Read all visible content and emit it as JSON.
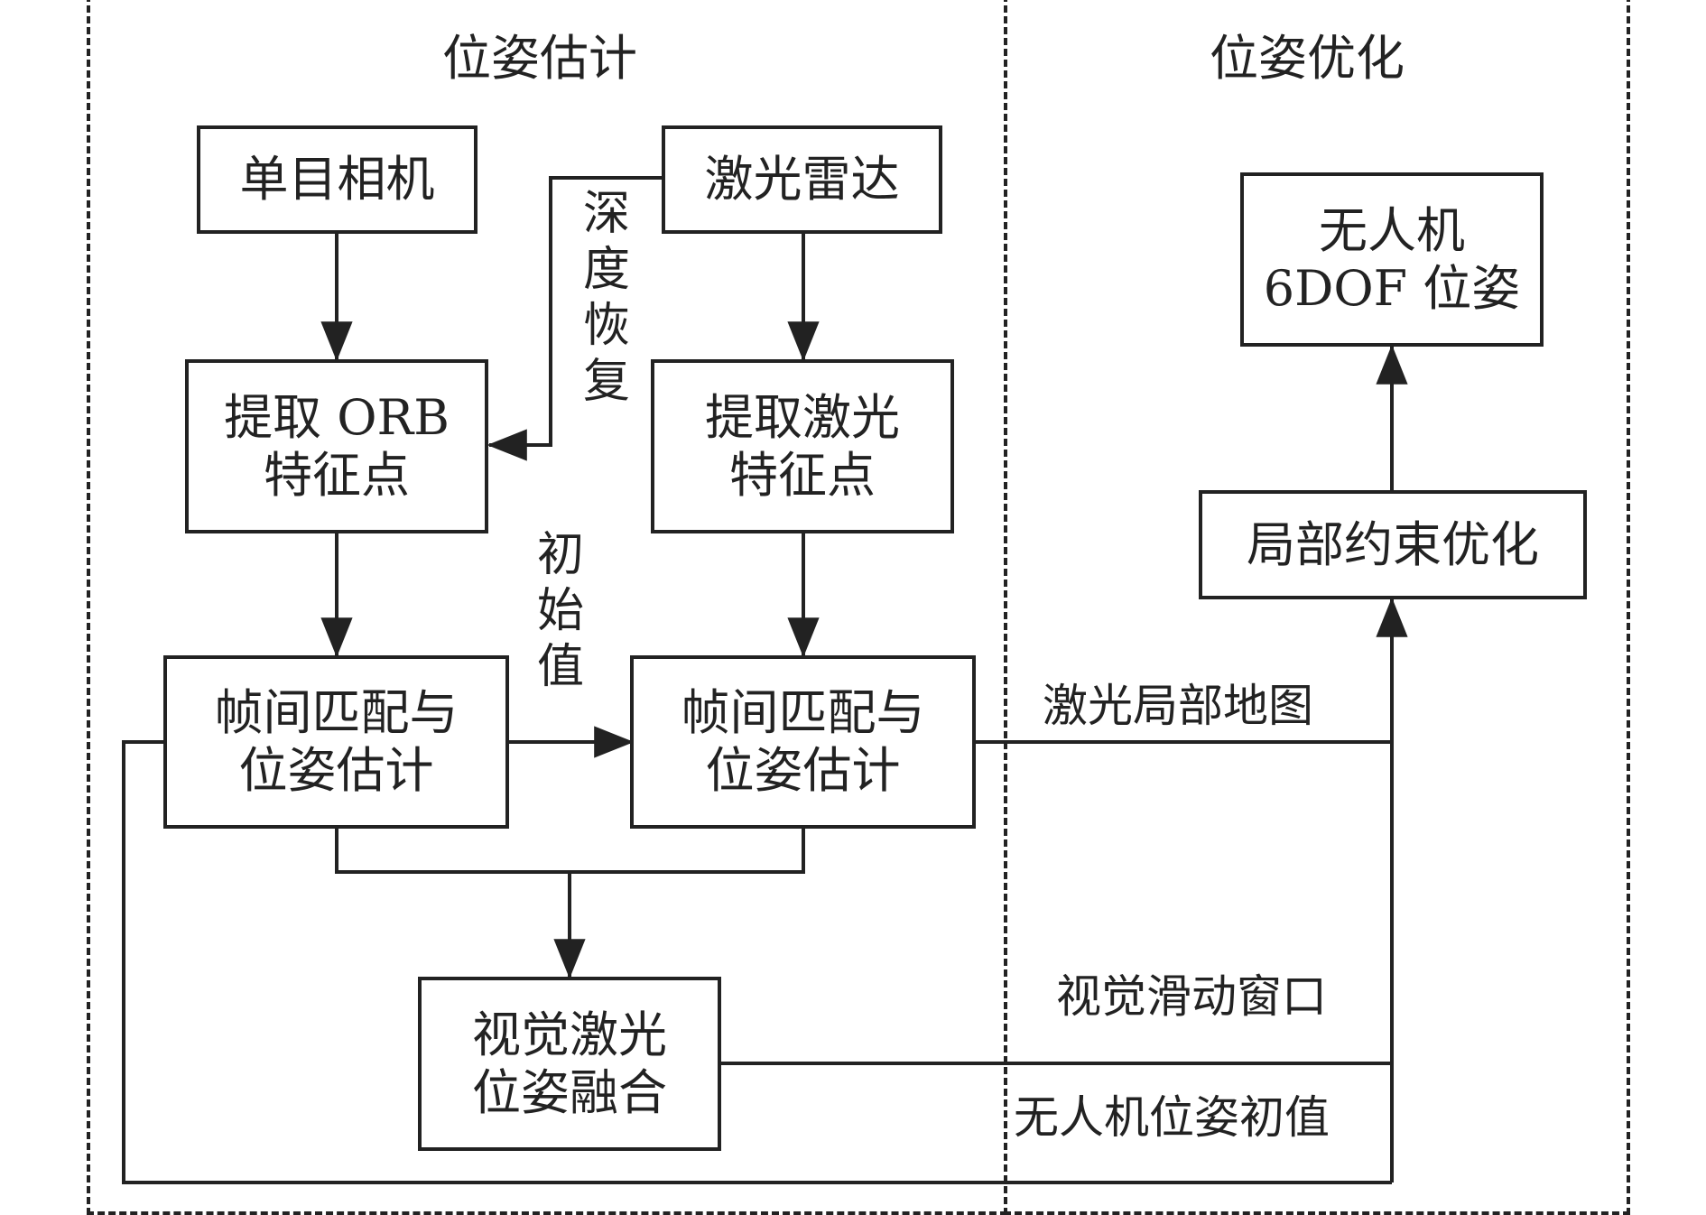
{
  "regions": {
    "pose_estimation": {
      "title": "位姿估计"
    },
    "pose_optimization": {
      "title": "位姿优化"
    }
  },
  "nodes": {
    "camera": {
      "label": "单目相机"
    },
    "lidar": {
      "label": "激光雷达"
    },
    "orb": {
      "line1": "提取 ORB",
      "line2": "特征点"
    },
    "laser_feat": {
      "line1": "提取激光",
      "line2": "特征点"
    },
    "visual_match": {
      "line1": "帧间匹配与",
      "line2": "位姿估计"
    },
    "laser_match": {
      "line1": "帧间匹配与",
      "line2": "位姿估计"
    },
    "fusion": {
      "line1": "视觉激光",
      "line2": "位姿融合"
    },
    "local_opt": {
      "label": "局部约束优化"
    },
    "uav_pose": {
      "line1": "无人机",
      "line2": "6DOF 位姿"
    }
  },
  "edge_labels": {
    "depth_recovery": [
      "深",
      "度",
      "恢",
      "复"
    ],
    "initial_value": [
      "初",
      "始",
      "值"
    ],
    "laser_local_map": "激光局部地图",
    "visual_sliding_window": "视觉滑动窗口",
    "uav_pose_init": "无人机位姿初值"
  },
  "colors": {
    "stroke": "#222222",
    "background": "#ffffff"
  }
}
